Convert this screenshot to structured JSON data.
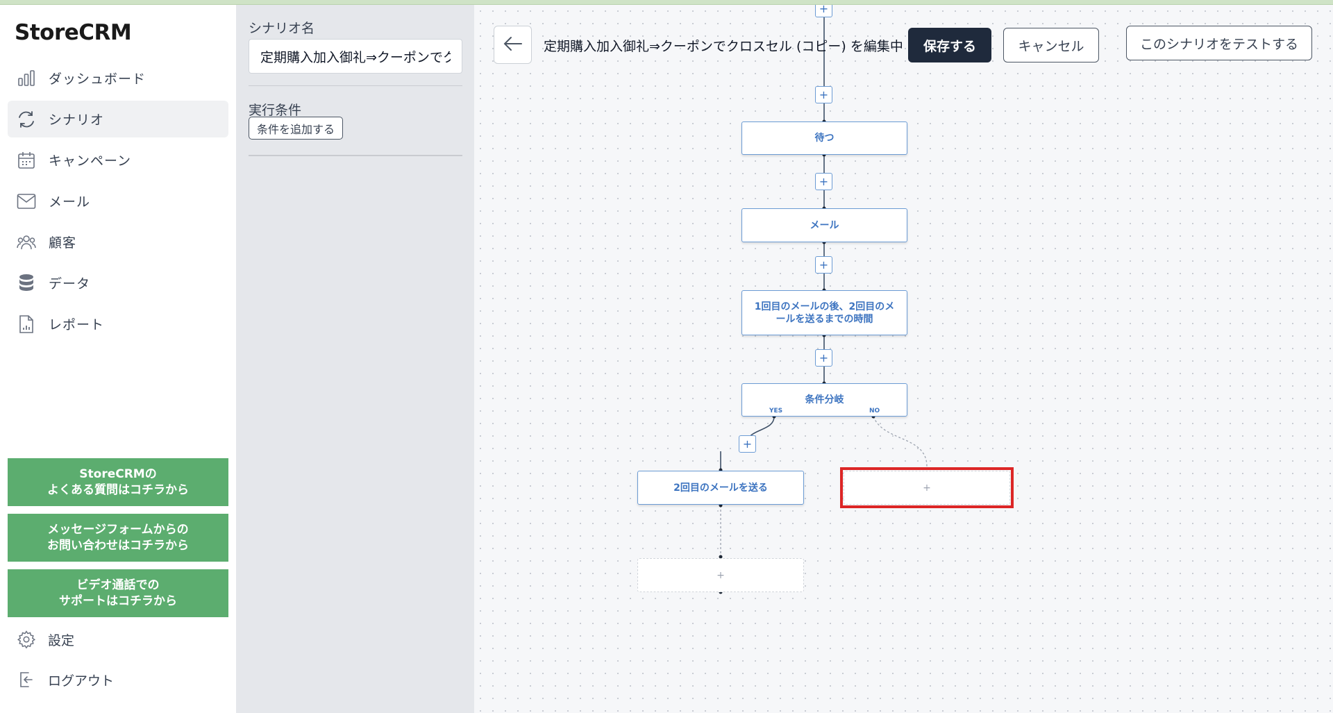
{
  "app": {
    "name": "StoreCRM"
  },
  "sidebar": {
    "items": [
      {
        "label": "ダッシュボード",
        "icon": "bar-chart-icon",
        "active": false
      },
      {
        "label": "シナリオ",
        "icon": "refresh-icon",
        "active": true
      },
      {
        "label": "キャンペーン",
        "icon": "calendar-icon",
        "active": false
      },
      {
        "label": "メール",
        "icon": "envelope-icon",
        "active": false
      },
      {
        "label": "顧客",
        "icon": "users-icon",
        "active": false
      },
      {
        "label": "データ",
        "icon": "database-icon",
        "active": false
      },
      {
        "label": "レポート",
        "icon": "report-icon",
        "active": false
      }
    ],
    "help_buttons": [
      {
        "line1": "StoreCRMの",
        "line2": "よくある質問はコチラから"
      },
      {
        "line1": "メッセージフォームからの",
        "line2": "お問い合わせはコチラから"
      },
      {
        "line1": "ビデオ通話での",
        "line2": "サポートはコチラから"
      }
    ],
    "settings_label": "設定",
    "logout_label": "ログアウト",
    "help_color": "#5cad6f"
  },
  "panel": {
    "scenario_name_label": "シナリオ名",
    "scenario_name_value": "定期購入加入御礼⇒クーポンでクロスセル (コピー)",
    "conditions_label": "実行条件",
    "add_condition_label": "条件を追加する"
  },
  "header": {
    "title": "定期購入加入御礼⇒クーポンでクロスセル (コピー) を編集中",
    "save_label": "保存する",
    "cancel_label": "キャンセル",
    "test_label": "このシナリオをテストする"
  },
  "flow": {
    "nodes": [
      {
        "label": "待つ"
      },
      {
        "label": "メール"
      },
      {
        "label": "1回目のメールの後、2回目のメールを送るまでの時間"
      },
      {
        "label": "条件分岐"
      },
      {
        "label": "2回目のメールを送る"
      },
      {
        "label": "+"
      },
      {
        "label": "+"
      }
    ],
    "add_symbol": "+",
    "yes_label": "YES",
    "no_label": "NO"
  },
  "colors": {
    "node_border": "#6b9bd4",
    "node_text": "#3d74c0",
    "save_bg": "#1f2a3c",
    "highlight": "#dc2626"
  }
}
